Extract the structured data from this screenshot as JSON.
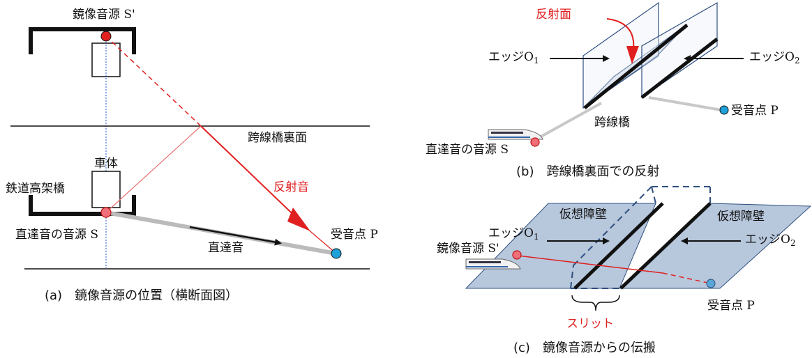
{
  "panel_a": {
    "image_source_label": "鏡像音源  S'",
    "underside_label": "跨線橋裏面",
    "car_body_label": "車体",
    "viaduct_label": "鉄道高架橋",
    "reflected_label": "反射音",
    "direct_source_label": "直達音の音源  S",
    "direct_label": "直達音",
    "receiver_label": "受音点 P",
    "caption": "(a)　鏡像音源の位置（横断面図）"
  },
  "panel_b": {
    "reflect_surface_label": "反射面",
    "edge1_label": "エッジO",
    "edge1_sub": "1",
    "edge2_label": "エッジO",
    "edge2_sub": "2",
    "receiver_label": "受音点 P",
    "bridge_label": "跨線橋",
    "source_label": "直達音の音源 S",
    "caption": "(b)　跨線橋裏面での反射"
  },
  "panel_c": {
    "barrier1_label": "仮想障壁",
    "barrier2_label": "仮想障壁",
    "edge1_label": "エッジO",
    "edge1_sub": "1",
    "edge2_label": "エッジO",
    "edge2_sub": "2",
    "image_source_label": "鏡像音源 S'",
    "receiver_label": "受音点 P",
    "slit_label": "スリット",
    "caption": "(c)　鏡像音源からの伝搬"
  },
  "colors": {
    "red": "#e02020",
    "blue_fill": "#b7c7dc",
    "blue_edge": "#2f4f7f",
    "receiver": "#1fa0d8"
  }
}
